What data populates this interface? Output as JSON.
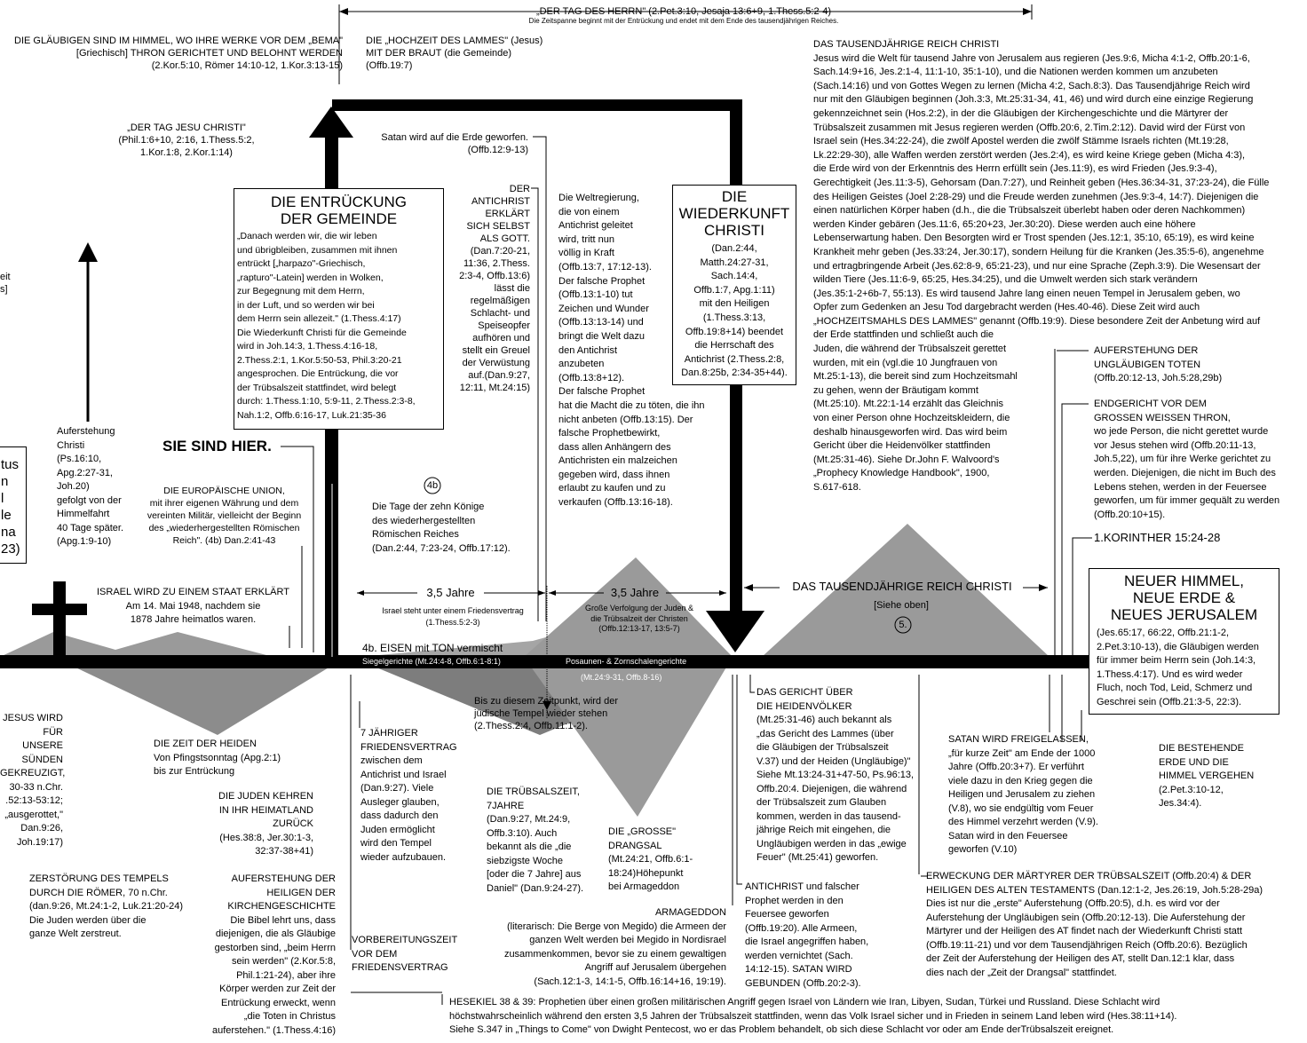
{
  "top": {
    "day_of_lord": "„DER TAG DES HERRN\" (2.Pet.3:10, Jesaja 13:6+9, 1.Thess.5:2-4)",
    "day_of_lord_sub": "Die Zeitspanne beginnt mit der Entrückung und endet mit dem Ende des tausendjährigen Reiches."
  },
  "bema": "DIE GLÄUBIGEN SIND IM HIMMEL, WO IHRE WERKE VOR DEM „BEMA\"\n[Griechisch] THRON GERICHTET UND BELOHNT WERDEN\n(2.Kor.5:10, Römer 14:10-12, 1.Kor.3:13-15)",
  "hochzeit": "DIE „HOCHZEIT DES LAMMES\" (Jesus)\nMIT DER BRAUT (die Gemeinde)\n(Offb.19:7)",
  "tag_jesu": "„DER TAG JESU CHRISTI\"\n(Phil.1:6+10, 2:16, 1.Thess.5:2,\n1.Kor.1:8, 2.Kor.1:14)",
  "satan_erde": "Satan wird auf die Erde geworfen.\n(Offb.12:9-13)",
  "entrueckung": {
    "title": "DIE ENTRÜCKUNG\nDER GEMEINDE",
    "body": "„Danach werden wir, die wir leben\nund übrigbleiben, zusammen mit ihnen\nentrückt [„harpazo\"-Griechisch,\n„rapturo\"-Latein] werden in Wolken,\nzur Begegnung mit dem Herrn,\nin der Luft, und so werden wir bei\ndem Herrn sein allezeit.\" (1.Thess.4:17)\nDie Wiederkunft Christi für die Gemeinde\nwird in Joh.14:3, 1.Thess.4:16-18,\n2.Thess.2:1, 1.Kor.5:50-53, Phil.3:20-21\nangesprochen. Die Entrückung, die vor\nder Trübsalszeit stattfindet, wird belegt\ndurch: 1.Thess.1:10, 5:9-11, 2.Thess.2:3-8,\nNah.1:2, Offb.6:16-17, Luk.21:35-36"
  },
  "antichrist": "DER\nANTICHRIST\nERKLÄRT\nSICH SELBST\nALS GOTT.\n(Dan.7:20-21,\n11:36, 2.Thess.\n2:3-4, Offb.13:6)\nlässt die\nregelmäßigen\nSchlacht- und\nSpeiseopfer\naufhören und\nstellt ein Greuel\nder Verwüstung\nauf.(Dan.9:27,\n12:11, Mt.24:15)",
  "weltregierung": "Die Weltregierung,\ndie von einem\nAntichrist geleitet\nwird, tritt nun\nvöllig in Kraft\n(Offb.13:7, 17:12-13).\nDer falsche Prophet\n(Offb.13:1-10) tut\nZeichen und Wunder\n(Offb.13:13-14) und\nbringt die Welt dazu\nden Antichrist\nanzubeten\n(Offb.13:8+12).\nDer falsche Prophet\nhat die Macht die zu töten, die ihn\nnicht anbeten (Offb.13:15). Der\nfalsche Prophetbewirkt,\ndass allen Anhängern des\nAntichristen ein malzeichen\ngegeben wird, dass ihnen\nerlaubt zu kaufen und zu\nverkaufen (Offb.13:16-18).",
  "wiederkunft": {
    "title": "DIE\nWIEDERKUNFT\nCHRISTI",
    "body": "(Dan.2:44,\nMatth.24:27-31,\nSach.14:4,\nOffb.1:7, Apg.1:11)\nmit den Heiligen\n(1.Thess.3:13,\nOffb.19:8+14) beendet\ndie Herrschaft des\nAntichrist (2.Thess.2:8,\nDan.8:25b, 2:34-35+44)."
  },
  "reich": "DAS TAUSENDJÄHRIGE REICH CHRISTI\nJesus wird die Welt für tausend Jahre von Jerusalem aus regieren (Jes.9:6, Micha 4:1-2, Offb.20:1-6,\nSach.14:9+16, Jes.2:1-4, 11:1-10, 35:1-10), und die Nationen werden kommen um anzubeten\n(Sach.14:16) und von Gottes Wegen zu lernen (Micha 4:2, Sach.8:3). Das Tausendjährige Reich wird\nnur mit den Gläubigen beginnen (Joh.3:3, Mt.25:31-34, 41, 46) und wird durch eine einzige Regierung\ngekennzeichnet sein (Hos.2:2), in der die Gläubigen der Kirchengeschichte und die Märtyrer der\nTrübsalszeit zusammen mit Jesus regieren werden (Offb.20:6, 2.Tim.2:12). David wird der Fürst von\nIsrael sein (Hes.34:22-24), die zwölf Apostel werden die zwölf Stämme Israels richten (Mt.19:28,\nLk.22:29-30), alle Waffen werden zerstört werden (Jes.2:4), es wird keine Kriege geben (Micha 4:3),\ndie Erde wird von der Erkenntnis des Herrn erfüllt sein (Jes.11:9), es wird Frieden (Jes.9:3-4),\nGerechtigkeit (Jes.11:3-5), Gehorsam (Dan.7:27), und Reinheit geben (Hes.36:34-31, 37:23-24), die Fülle\ndes Heiligen Geistes (Joel 2:28-29) und die Freude werden zunehmen (Jes.9:3-4, 14:7). Diejenigen die\neinen natürlichen Körper haben (d.h., die die Trübsalszeit überlebt haben oder deren Nachkommen)\nwerden Kinder gebären (Jes.11:6,  65:20+23, Jer.30:20). Diese werden auch eine höhere\nLebenserwartung haben. Den Besorgten wird er Trost spenden (Jes.12:1, 35:10, 65:19), es wird keine\nKrankheit mehr geben (Jes.33:24, Jer.30:17), sondern Heilung für die Kranken (Jes.35:5-6), angenehme\nund ertragbringende Arbeit (Jes.62:8-9, 65:21-23), und nur eine Sprache (Zeph.3:9). Die Wesensart der\nwilden Tiere (Jes.11:6-9, 65:25, Hes.34:25), und die Umwelt werden sich stark verändern\n(Jes.35:1-2+6b-7, 55:13). Es wird tausend Jahre lang einen neuen Tempel in Jerusalem geben, wo\nOpfer zum Gedenken an Jesu Tod dargebracht werden (Hes.40-46). Diese Zeit wird auch\n„HOCHZEITSMAHLS DES LAMMES\" genannt (Offb.19:9). Diese besondere Zeit der Anbetung wird auf\nder Erde stattfinden und schließt auch die\nJuden, die während der Trübsalszeit gerettet\nwurden, mit ein (vgl.die 10 Jungfrauen von\nMt.25:1-13), die bereit sind zum Hochzeitsmahl\nzu gehen, wenn der Bräutigam kommt\n(Mt.25:10). Mt.22:1-14 erzählt das Gleichnis\nvon einer Person ohne Hochzeitskleidern, die\ndeshalb hinausgeworfen wird. Das wird beim\nGericht über die Heidenvölker stattfinden\n(Mt.25:31-46). Siehe Dr.John F. Walvoord's\n„Prophecy Knowledge Handbook\", 1900,\nS.617-618.",
  "aufer_unglaeubige": "AUFERSTEHUNG DER\nUNGLÄUBIGEN TOTEN\n(Offb.20:12-13, Joh.5:28,29b)",
  "endgericht": "ENDGERICHT VOR DEM\nGROSSEN WEISSEN THRON,\nwo jede Person, die nicht gerettet wurde\nvor Jesus stehen wird (Offb.20:11-13,\nJoh.5,22), um für ihre Werke gerichtet zu\nwerden. Diejenigen, die nicht im Buch des\nLebens stehen, werden in der Feuersee\ngeworfen, um für immer gequält zu werden\n(Offb.20:10+15).",
  "korinther": "1.KORINTHER 15:24-28",
  "neuer_himmel": {
    "title": "NEUER HIMMEL,\nNEUE ERDE &\nNEUES JERUSALEM",
    "body": "(Jes.65:17, 66:22, Offb.21:1-2,\n2.Pet.3:10-13), die Gläubigen werden\nfür immer beim Herrn sein (Joh.14:3,\n1.Thess.4:17). Und es wird weder\nFluch, noch Tod, Leid, Schmerz und\nGeschrei sein (Offb.21:3-5, 22:3)."
  },
  "left_cut_1": "eit\ns]",
  "left_box": "tus\nn\nl\nle\nna\n23)",
  "auferstehung_christi": "Auferstehung\nChristi\n(Ps.16:10,\nApg.2:27-31,\nJoh.20)\ngefolgt von der\nHimmelfahrt\n40 Tage später.\n(Apg.1:9-10)",
  "sie_sind_hier": "SIE SIND HIER.",
  "eu": "DIE EUROPÄISCHE UNION,\nmit ihrer eigenen Währung und dem\nvereinten Militär, vielleicht der Beginn\ndes „wiederhergestellten Römischen\nReich\". (4b) Dan.2:41-43",
  "israel_staat": "ISRAEL WIRD ZU EINEM STAAT ERKLÄRT\nAm 14. Mai 1948, nachdem sie\n1878 Jahre heimatlos waren.",
  "label_4b": "4b",
  "zehn_koenige": "Die Tage der zehn Könige\ndes wiederhergestellten\nRömischen Reiches\n(Dan.2:44, 7:23-24, Offb.17:12).",
  "jahre1": "3,5 Jahre",
  "jahre1_sub": "Israel steht unter einem Friedensvertrag\n(1.Thess.5:2-3)",
  "jahre2": "3,5 Jahre",
  "jahre2_sub": "Große Verfolgung der Juden &\ndie Trübsalzeit der Christen\n(Offb.12:13-17, 13:5-7)",
  "reich_banner": "DAS TAUSENDJÄHRIGE REICH CHRISTI",
  "reich_banner_sub": "[Siehe oben]",
  "label_5": "5.",
  "eisen": "4b. EISEN mit TON vermischt",
  "siegel": "Siegelgerichte (Mt.24:4-8, Offb.6:1-8:1)",
  "posaunen": "Posaunen- & Zornschalengerichte",
  "posaunen_ref": "(Mt.24:9-31, Offb.8-16)",
  "tempel": "Bis zu diesem Zeitpunkt, wird der\njüdische Tempel wieder stehen\n(2.Thess.2:4, Offb.11:1-2).",
  "jesus_stirbt": "JESUS WIRD\nFÜR UNSERE\nSÜNDEN\nGEKREUZIGT,\n30-33 n.Chr.\n.52:13-53:12;\n„ausgerottet,\"\nDan.9:26,\nJoh.19:17)",
  "zeit_heiden": "DIE ZEIT DER HEIDEN\nVon Pfingstsonntag (Apg.2:1)\nbis zur Entrückung",
  "juden_kehren": "DIE JUDEN KEHREN\nIN IHR HEIMATLAND\nZURÜCK\n(Hes.38:8, Jer.30:1-3,\n32:37-38+41)",
  "zerstoerung": "ZERSTÖRUNG DES TEMPELS\nDURCH DIE RÖMER, 70 n.Chr.\n(dan.9:26, Mt.24:1-2, Luk.21:20-24)\nDie Juden werden über die\nganze Welt zerstreut.",
  "aufer_kirche": "AUFERSTEHUNG DER\nHEILIGEN DER\nKIRCHENGESCHICHTE\nDie Bibel lehrt uns, dass\ndiejenigen, die als Gläubige\ngestorben sind, „beim Herrn\nsein werden\" (2.Kor.5:8,\nPhil.1:21-24), aber ihre\nKörper werden zur Zeit der\nEntrückung erweckt, wenn\n„die Toten in Christus\nauferstehen.\" (1.Thess.4:16)",
  "friedensvertrag": "7 JÄHRIGER\nFRIEDENSVERTRAG\nzwischen dem\nAntichrist und Israel\n(Dan.9:27). Viele\nAusleger glauben,\ndass dadurch den\nJuden ermöglicht\nwird den Tempel\nwieder aufzubauen.",
  "vorbereitung": "VORBEREITUNGSZEIT\nVOR DEM\nFRIEDENSVERTRAG",
  "truebsalszeit": "DIE TRÜBSALSZEIT,\n7JAHRE\n(Dan.9:27, Mt.24:9,\nOffb.3:10). Auch\nbekannt als die „die\nsiebzigste Woche\n[oder die 7 Jahre] aus\nDaniel\" (Dan.9:24-27).",
  "grosse": "DIE „GROSSE\"\nDRANGSAL\n(Mt.24:21, Offb.6:1-\n18:24)Höhepunkt\nbei Armageddon",
  "armageddon": "ARMAGEDDON\n(literarisch: Die Berge von Megido) die Armeen der\nganzen Welt werden bei Megido in Nordisrael\nzusammenkommen, bevor sie zu einem gewaltigen\nAngriff auf Jerusalem übergehen\n(Sach.12:1-3, 14:1-5, Offb.16:14+16, 19:19).",
  "gericht_voelker": "DAS GERICHT ÜBER\nDIE HEIDENVÖLKER\n(Mt.25:31-46) auch bekannt als\n„das Gericht des Lammes (über\ndie Gläubigen der Trübsalszeit\nV.37) und der Heiden (Ungläubige)\"\nSiehe Mt.13:24-31+47-50, Ps.96:13,\nOffb.20:4. Diejenigen, die während\nder Trübsalszeit zum Glauben\nkommen, werden in das tausend-\njährige Reich mit eingehen, die\nUngläubigen werden in das „ewige\nFeuer\" (Mt.25:41) geworfen.",
  "antichrist_feuersee": "ANTICHRIST und falscher\nProphet werden in den\nFeuersee geworfen\n(Offb.19:20). Alle Armeen,\ndie Israel angegriffen haben,\nwerden vernichtet (Sach.\n14:12-15). SATAN WIRD\nGEBUNDEN (Offb.20:2-3).",
  "satan_frei": "SATAN WIRD FREIGELASSEN,\n„für kurze Zeit\" am Ende der 1000\nJahre (Offb.20:3+7). Er verführt\nviele dazu in den Krieg gegen die\nHeiligen und Jerusalem zu ziehen\n(V.8), wo sie endgültig vom Feuer\ndes Himmel verzehrt werden (V.9).\nSatan wird in den Feuersee\ngeworfen (V.10)",
  "erde_vergehen": "DIE BESTEHENDE\nERDE UND DIE\nHIMMEL VERGEHEN\n(2.Pet.3:10-12,\nJes.34:4).",
  "erweckung": "ERWECKUNG DER MÄRTYRER DER TRÜBSALSZEIT (Offb.20:4) & DER\nHEILIGEN DES ALTEN TESTAMENTS (Dan.12:1-2, Jes.26:19, Joh.5:28-29a)\nDies ist nur die „erste\" Auferstehung (Offb.20:5), d.h. es wird vor der\nAuferstehung der Ungläubigen sein (Offb.20:12-13). Die Auferstehung der\nMärtyrer und der Heiligen des AT findet nach der Wiederkunft Christi statt\n(Offb.19:11-21) und vor dem Tausendjährigen Reich (Offb.20:6). Bezüglich\nder Zeit der Auferstehung der Heiligen des AT, stellt Dan.12:1 klar, dass\ndies nach der „Zeit der Drangsal\" stattfindet.",
  "hesekiel": "HESEKIEL 38 & 39: Prophetien über einen großen militärischen Angriff gegen Israel von Ländern wie Iran, Libyen, Sudan, Türkei und Russland. Diese Schlacht wird\nhöchstwahrscheinlich während den ersten 3,5 Jahren der Trübsalszeit stattfinden, wenn das Volk Israel sicher und in Frieden in seinem Land leben wird (Hes.38:11+14).\nSiehe S.347 in „Things to Come\" von Dwight Pentecost, wo er das Problem behandelt, ob sich diese Schlacht vor oder am Ende derTrübsalszeit ereignet."
}
